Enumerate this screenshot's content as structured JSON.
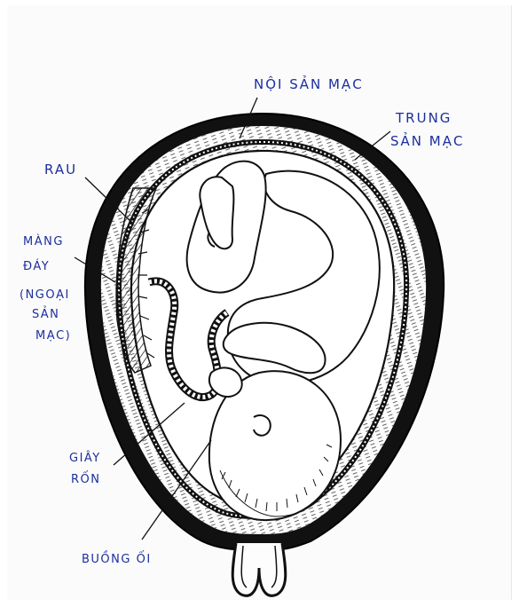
{
  "labels": {
    "noi_san_mac": "NỘI SẢN MẠC",
    "trung_san_mac_1": "TRUNG",
    "trung_san_mac_2": "SẢN MẠC",
    "rau": "RAU",
    "mang_day_1": "MÀNG",
    "mang_day_2": "ĐÁY",
    "mang_day_3": "(NGOẠI",
    "mang_day_4": "SẢN",
    "mang_day_5": "MẠC)",
    "giay_ron_1": "GIÂY",
    "giay_ron_2": "RỐN",
    "buong_oi": "BUỒNG ỐI"
  },
  "colors": {
    "ink": "#111111",
    "annotation": "#1c2f9e",
    "paper": "#fbfbfb"
  }
}
